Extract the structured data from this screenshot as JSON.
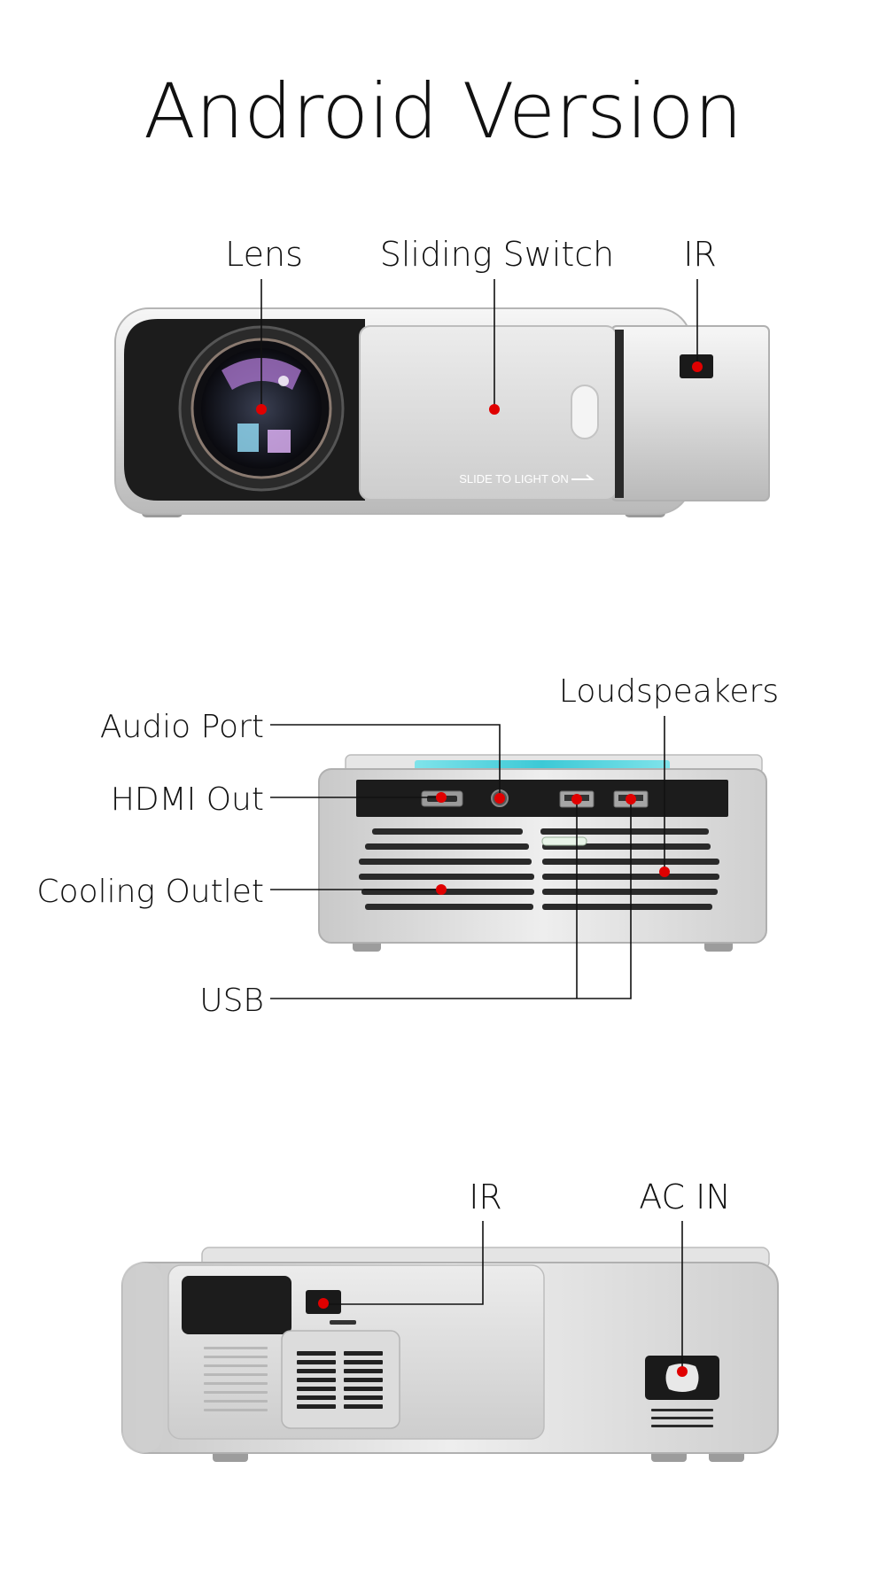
{
  "title": "Android Version",
  "views": {
    "front": {
      "labels": {
        "lens": "Lens",
        "sliding_switch": "Sliding Switch",
        "ir": "IR"
      },
      "body_text": "SLIDE TO LIGHT ON"
    },
    "rear": {
      "labels": {
        "loudspeakers": "Loudspeakers",
        "audio_port": "Audio Port",
        "hdmi_out": "HDMI Out",
        "cooling_outlet": "Cooling Outlet",
        "usb": "USB"
      }
    },
    "side": {
      "labels": {
        "ir": "IR",
        "ac_in": "AC IN"
      }
    }
  },
  "colors": {
    "marker": "#e00000",
    "leader_line": "#111111",
    "body_silver": "#d9d9d9",
    "panel_black": "#1a1a1a",
    "accent_cyan": "#5fd6e0"
  }
}
